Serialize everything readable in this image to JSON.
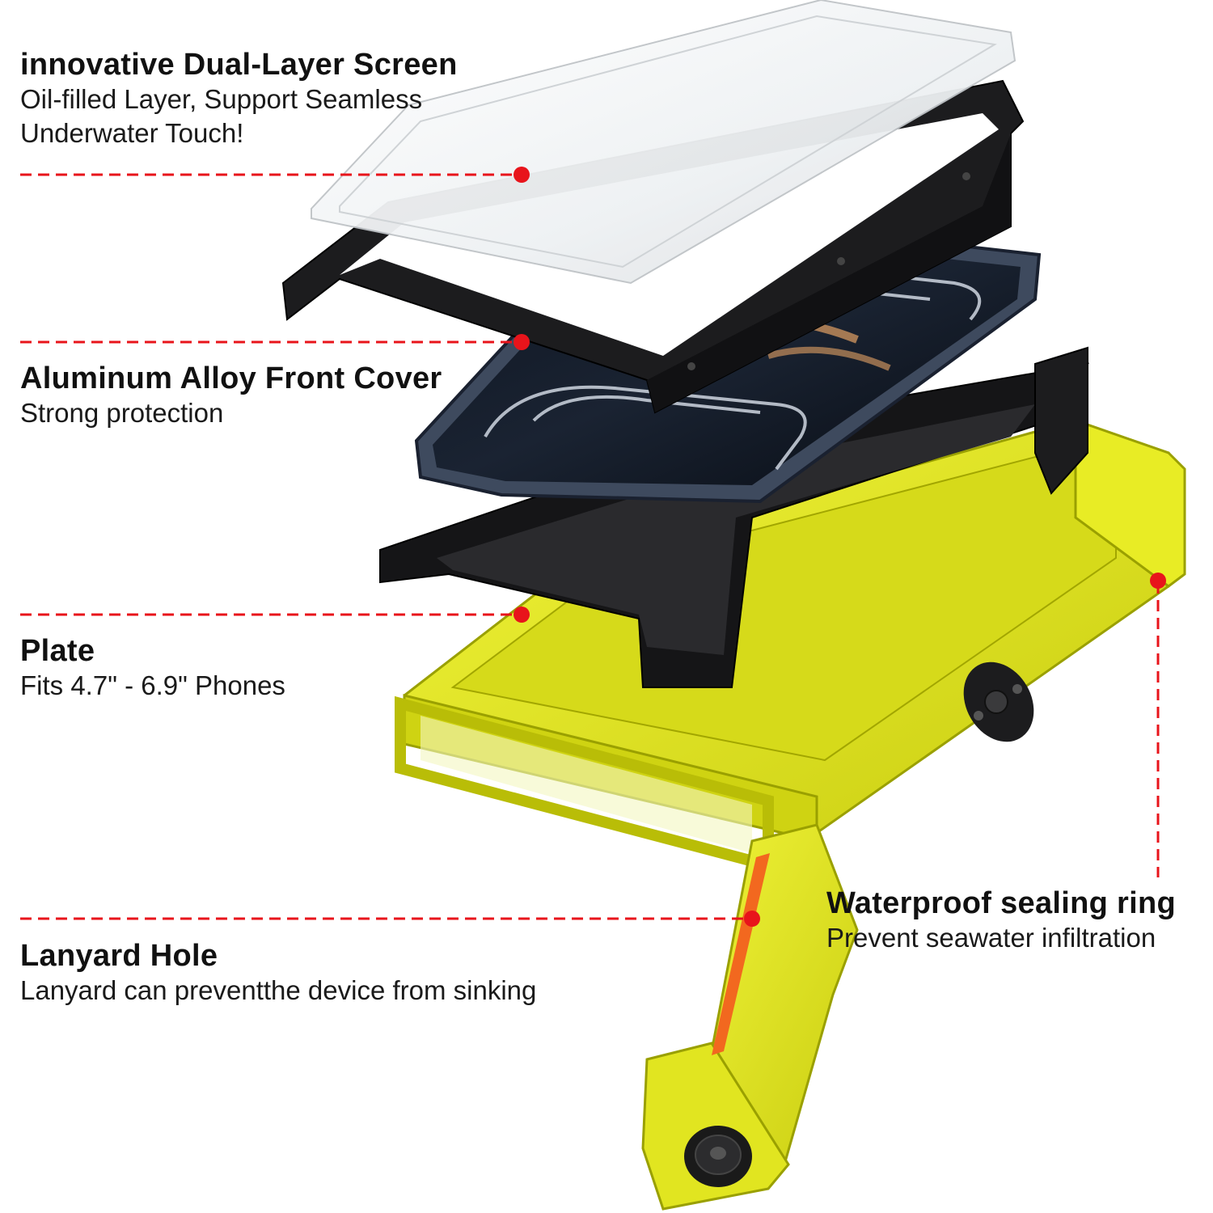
{
  "callouts": {
    "screen": {
      "title": "innovative Dual-Layer Screen",
      "lines": [
        "Oil-filled Layer, Support Seamless",
        "Underwater Touch!"
      ]
    },
    "cover": {
      "title": "Aluminum Alloy Front Cover",
      "lines": [
        "Strong protection"
      ]
    },
    "plate": {
      "title": "Plate",
      "lines": [
        "Fits 4.7\" - 6.9\" Phones"
      ]
    },
    "lanyard": {
      "title": "Lanyard Hole",
      "lines": [
        "Lanyard can preventthe device from sinking"
      ]
    },
    "seal": {
      "title": "Waterproof sealing ring",
      "lines": [
        "Prevent seawater infiltration"
      ]
    }
  },
  "colors": {
    "leader_red": "#e8141b",
    "case_yellow": "#e6ea1f",
    "frame_black": "#1c1c1e",
    "phone_navy": "#1b2433"
  }
}
